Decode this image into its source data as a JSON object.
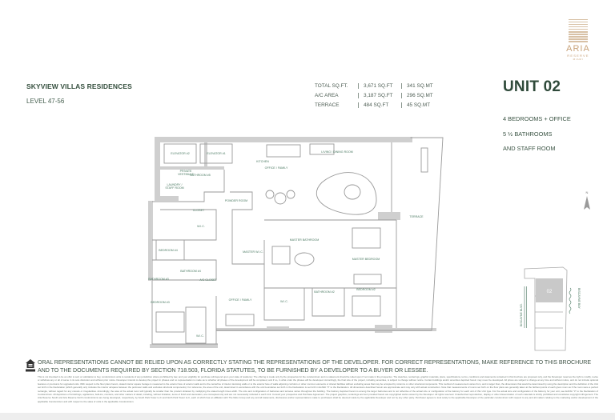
{
  "header": {
    "project": "SKYVIEW VILLAS RESIDENCES",
    "level": "LEVEL 47-56"
  },
  "areas": [
    {
      "label": "TOTAL SQ.FT.",
      "sqft": "3,671 SQ.FT",
      "sqmt": "341 SQ.MT"
    },
    {
      "label": "A/C AREA",
      "sqft": "3,187 SQ.FT",
      "sqmt": "296 SQ.MT"
    },
    {
      "label": "TERRACE",
      "sqft": "484 SQ.FT",
      "sqmt": "45 SQ.MT"
    }
  ],
  "unit": {
    "title": "UNIT 02",
    "features": [
      "4 BEDROOMS + OFFICE",
      "5 ½ BATHROOMS",
      "AND STAFF ROOM"
    ]
  },
  "logo": {
    "name": "ARIA",
    "sub": "RESERVE",
    "city": "MIAMI",
    "color": "#c8a27a"
  },
  "rooms": {
    "elevator2": "ELEVATOR #2",
    "elevator1": "ELEVATOR #1",
    "vestibule1": "PRIVATE",
    "vestibule2": "VESTIBULE",
    "kitchen": "KITCHEN",
    "laundry1": "LAUNDRY /",
    "laundry2": "STAFF ROOM",
    "bath5": "BATHROOM #5",
    "office1": "OFFICE / FAMILY",
    "living": "LIVING / DINING ROOM",
    "powder": "POWDER ROOM",
    "closet": "CLOSET",
    "wic1": "W.I.C.",
    "master_bath": "MASTER BATHROOM",
    "master_wic": "MASTER W.I.C.",
    "master_bed": "MASTER BEDROOM",
    "bed4": "BEDROOM #4",
    "bath4": "BATHROOM #4",
    "bath3": "BATHROOM #3",
    "bed3": "BEDROOM #3",
    "ac": "A/C CLOSET",
    "office2": "OFFICE / FAMILY",
    "wic2": "W.I.C.",
    "bath2": "BATHROOM #2",
    "bed2": "BEDROOM #2",
    "wic3": "W.I.C.",
    "terrace": "TERRACE"
  },
  "keymap": {
    "unit": "02",
    "street": "BISCAYNE BLVD.",
    "bay": "BISCAYNE BAY",
    "highlight": "#c9c9c9"
  },
  "north_icon": "north-arrow-icon",
  "disclaimer": "ORAL REPRESENTATIONS CANNOT BE RELIED UPON AS CORRECTLY STATING THE REPRESENTATIONS OF THE DEVELOPER. FOR CORRECT REPRESENTATIONS, MAKE REFERENCE TO THIS BROCHURE AND TO THE DOCUMENTS REQUIRED BY SECTION 718.503, FLORIDA STATUTES, TO BE FURNISHED BY A DEVELOPER TO A BUYER OR LESSEE.",
  "fine_print": "This is not intended to be an offer to sell, or solicitation to buy, condominium units to residents of any jurisdiction where prohibited by law, and your eligibility for purchase will depend upon your state of residency. The offering is made only by the prospectus for the condominium and no statement should be relied upon if not made in the prospectus. The sketches, renderings, graphic materials, plans, specifications, terms, conditions and statements contained in this brochure are proposed only, and the Developer reserves the right to modify, revise or withdraw any or all of same in its sole discretion and without prior notice. Developer intends to develop the project in phases and no representation is made as to whether all phases of the development will be completed, and if so, in what order the phases will be developed. Accordingly, the final size of the project, including amenities, is subject to change without notice. Certain buildings and/or amenities depicted herein may never be developed. All prices are subject to change at any time and without notice, and do not include optional features or premiums for upgraded units. With respect to the floor plans herein, stated interior square footage is measured to the exterior face of exterior walls and to the centerline of interior demising walls or to the exterior face of walls adjoining corridors or other common elements or shared facilities without excluding areas that may be occupied by columns or other structural components. This method of measurement varies from, and is larger than, the dimensions that would be determined by using the description and the definition of the Unit set forth in the Declaration (which generally only includes the interior airspace between the perimeter walls and excludes structural components). For reference, the area of the unit, determined in accordance with the unit boundaries set forth in the Declaration is set forth in Exhibit \"3\" to the Declaration. All dimensions described herein are approximate and may vary with actual construction. Note that measurements of rooms set forth on the floor plans are generally taken at the farthest points of each given room as if the room were a perfect rectangle, without regard for any cutouts or irregularities. Accordingly, the area of the actual room will typically be smaller than the product obtained by multiplying the stated length times width. The size and configuration of balconies and terraces varies throughout the building. The balcony depicted herein is among the larger balconies and is not reflective of the actual size or configuration of the balcony for each unit of this Unit type. For the actual size and configuration of the balcony for your unit, see Exhibit \"3\" to the Declaration of Condominium. All depictions of furnishings, appliances, built-ins, counters, and other matters of detail, including, without limitation, items of finish and decoration, are conceptual only and are not necessarily included in each Unit. Consult your prospectus and Purchase Agreement. The project graphics, renderings and text provided herein are copyrighted works owned by the Developer. All rights reserved. Unauthorized reproduction, display or other dissemination of such materials is strictly prohibited and constitutes copyright infringement. The Aria Reserve South and Aria Reserve North condominiums are being developed, respectively, by South Park Tower LLC and North Park Tower LLC, each of which has an affiliation with The Melo Group and any and all statements, disclosures and/or representations made to purchasers shall be deemed made by the applicable Developer and not by any other party. Purchaser agrees to look solely to the applicable Developer of the particular condominium with respect to any and all matters relating to the marketing and/or development of the applicable Condominium and with respect to the sales of units in the applicable Condominium."
}
